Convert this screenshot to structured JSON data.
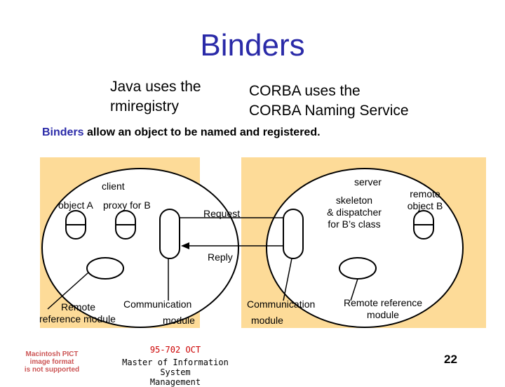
{
  "slide": {
    "title": "Binders",
    "java_line1": "Java uses the",
    "java_line2": "rmiregistry",
    "corba_line1": "CORBA uses the",
    "corba_line2": "CORBA Naming Service",
    "binders_keyword": "Binders",
    "binders_rest": " allow an object to be named and registered."
  },
  "diagram": {
    "client_label": "client",
    "server_label": "server",
    "object_a": "object A",
    "proxy_b": "proxy for B",
    "request": "Request",
    "reply": "Reply",
    "skeleton_line1": "skeleton",
    "skeleton_line2": "& dispatcher",
    "skeleton_line3": "for B’s class",
    "remote_object_line1": "remote",
    "remote_object_line2": "object B",
    "remote_ref_left_line1": "Remote",
    "remote_ref_left_line2": "reference module",
    "comm_left_line1": "Communication",
    "comm_left_line2": "module",
    "comm_right_line1": "Communication",
    "comm_right_line2": "module",
    "remote_ref_right_line1": "Remote reference",
    "remote_ref_right_line2": "module",
    "colors": {
      "panel": "#fddb98",
      "title": "#2a2aa8"
    }
  },
  "footer": {
    "course": "95-702 OCT",
    "program_line1": "Master of Information System",
    "program_line2": "Management",
    "page_number": "22",
    "pict_line1": "Macintosh PICT",
    "pict_line2": "image format",
    "pict_line3": "is not supported"
  }
}
